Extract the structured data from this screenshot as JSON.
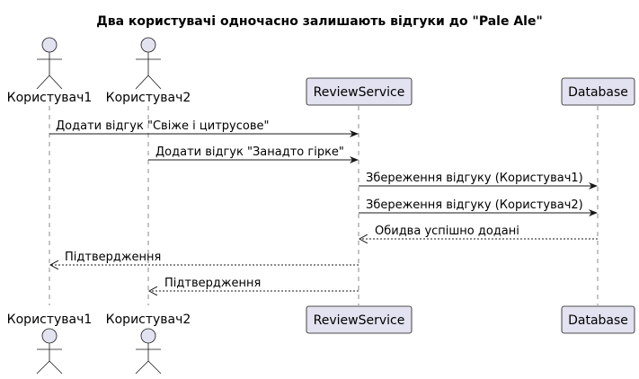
{
  "title": "Два користувачі одночасно залишають відгуки до \"Pale Ale\"",
  "participants": [
    {
      "id": "user1",
      "label": "Користувач1",
      "kind": "actor"
    },
    {
      "id": "user2",
      "label": "Користувач2",
      "kind": "actor"
    },
    {
      "id": "review",
      "label": "ReviewService",
      "kind": "participant"
    },
    {
      "id": "db",
      "label": "Database",
      "kind": "participant"
    }
  ],
  "messages": [
    {
      "from": "user1",
      "to": "review",
      "label": "Додати відгук \"Свіже і цитрусове\"",
      "style": "solid"
    },
    {
      "from": "user2",
      "to": "review",
      "label": "Додати відгук \"Занадто гірке\"",
      "style": "solid"
    },
    {
      "from": "review",
      "to": "db",
      "label": "Збереження відгуку (Користувач1)",
      "style": "solid"
    },
    {
      "from": "review",
      "to": "db",
      "label": "Збереження відгуку (Користувач2)",
      "style": "solid"
    },
    {
      "from": "db",
      "to": "review",
      "label": "Обидва успішно додані",
      "style": "dashed"
    },
    {
      "from": "review",
      "to": "user1",
      "label": "Підтвердження",
      "style": "dashed"
    },
    {
      "from": "review",
      "to": "user2",
      "label": "Підтвердження",
      "style": "dashed"
    }
  ],
  "colors": {
    "box_fill": "#E2E2F0",
    "box_stroke": "#181818",
    "line": "#181818",
    "lifeline": "#181818"
  }
}
